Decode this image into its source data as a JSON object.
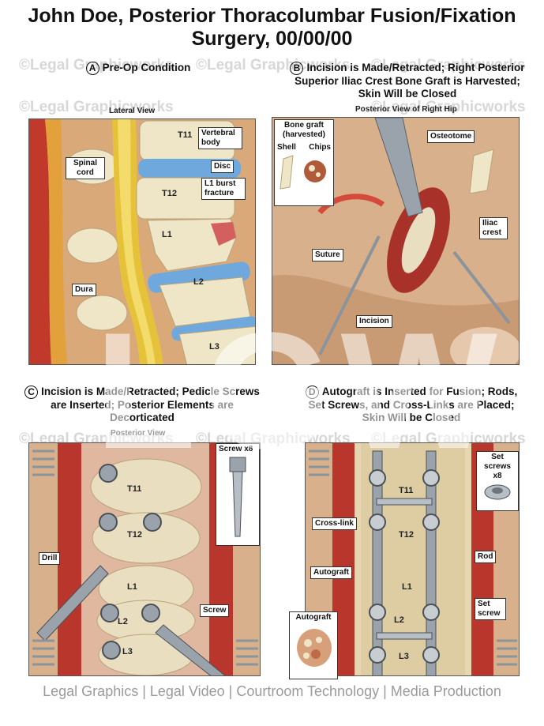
{
  "title": "John Doe, Posterior Thoracolumbar Fusion/Fixation Surgery, 00/00/00",
  "watermark": "©Legal Graphicworks",
  "big_watermark": "LGW",
  "footer": "Legal Graphics | Legal Video | Courtroom Technology | Media Production",
  "panels": {
    "a": {
      "letter": "A",
      "heading": "Pre-Op Condition",
      "view": "Lateral View",
      "labels": {
        "spinal_cord": "Spinal cord",
        "dura": "Dura",
        "vertebral_body": "Vertebral body",
        "disc": "Disc",
        "burst_fracture": "L1 burst fracture"
      },
      "vertebrae": [
        "T11",
        "T12",
        "L1",
        "L2",
        "L3"
      ]
    },
    "b": {
      "letter": "B",
      "heading": "Incision is Made/Retracted; Right Posterior Superior Iliac Crest Bone Graft is Harvested; Skin Will be Closed",
      "view": "Posterior View of Right Hip",
      "labels": {
        "bone_graft": "Bone graft (harvested)",
        "shell": "Shell",
        "chips": "Chips",
        "osteotome": "Osteotome",
        "iliac_crest": "Iliac crest",
        "suture": "Suture",
        "incision": "Incision"
      }
    },
    "c": {
      "letter": "C",
      "heading": "Incision is Made/Retracted; Pedicle Screws are Inserted; Posterior Elements are Decorticated",
      "view": "Posterior View",
      "labels": {
        "screw_x8": "Screw x8",
        "drill": "Drill",
        "screw": "Screw"
      },
      "vertebrae": [
        "T11",
        "T12",
        "L1",
        "L2",
        "L3"
      ]
    },
    "d": {
      "letter": "D",
      "heading": "Autograft is Inserted for Fusion; Rods, Set Screws, and Cross-Links are Placed; Skin Will be Closed",
      "labels": {
        "set_screws_x8": "Set screws x8",
        "cross_link": "Cross-link",
        "rod": "Rod",
        "autograft": "Autograft",
        "set_screw": "Set screw",
        "autograft_inset": "Autograft"
      },
      "vertebrae": [
        "T11",
        "T12",
        "L1",
        "L2",
        "L3"
      ]
    }
  },
  "colors": {
    "tissue_red": "#b8362c",
    "bone": "#e9dfc0",
    "disc_blue": "#6fa8dc",
    "cord_yellow": "#e6c23a",
    "metal": "#9aa3ab",
    "skin": "#d9b08c"
  }
}
